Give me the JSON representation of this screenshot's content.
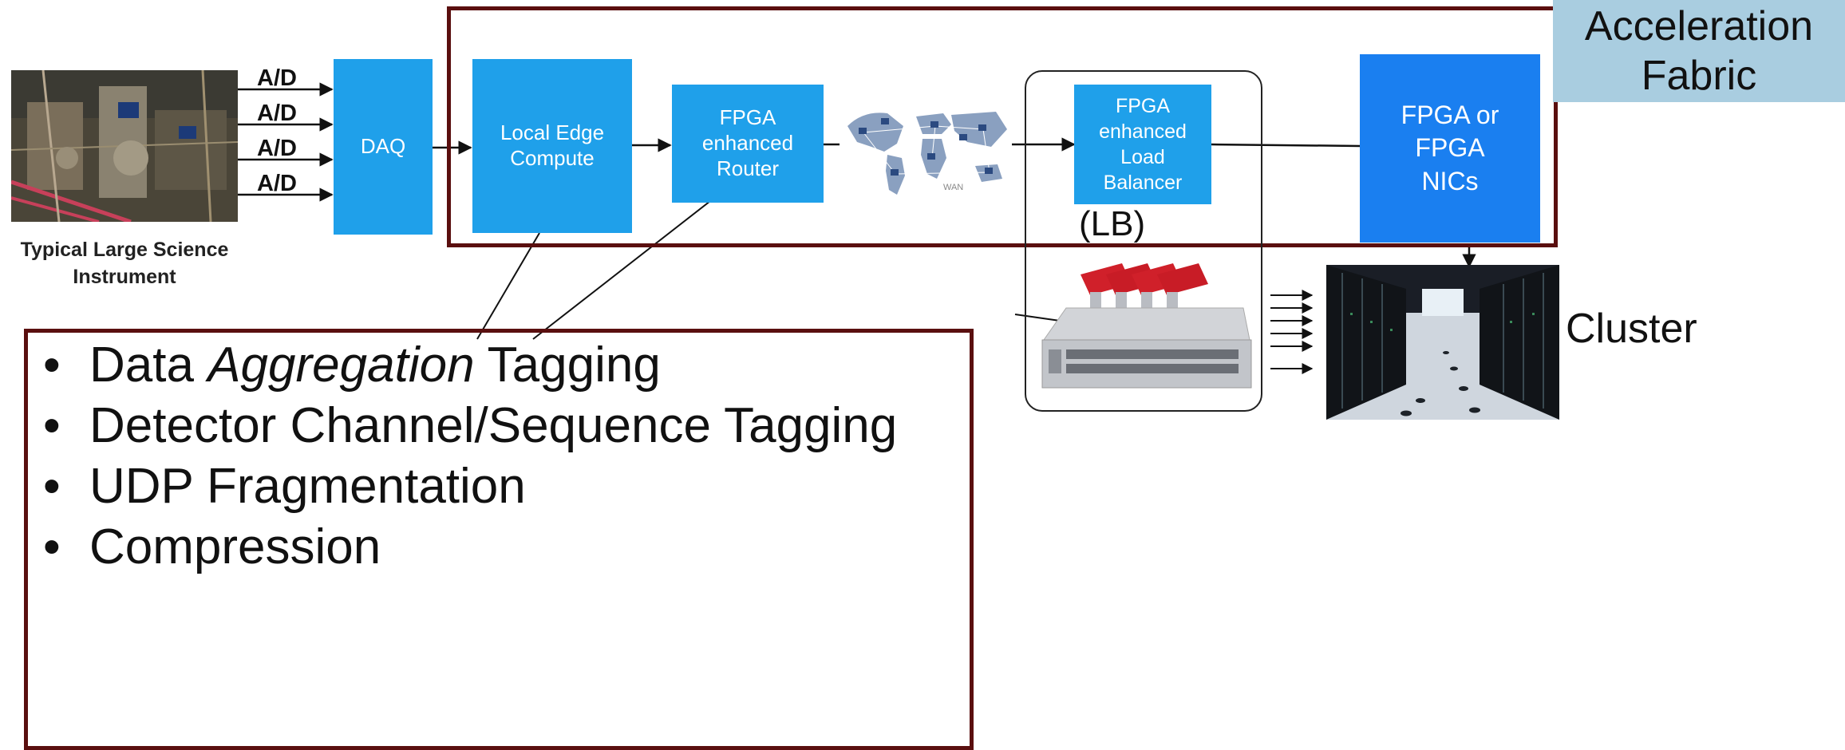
{
  "instrument": {
    "caption_line1": "Typical Large Science",
    "caption_line2": "Instrument"
  },
  "ad_labels": [
    "A/D",
    "A/D",
    "A/D",
    "A/D"
  ],
  "boxes": {
    "daq": "DAQ",
    "local_edge": [
      "Local Edge",
      "Compute"
    ],
    "router": [
      "FPGA",
      "enhanced",
      "Router"
    ],
    "load_balancer": [
      "FPGA",
      "enhanced",
      "Load",
      "Balancer"
    ],
    "nics": [
      "FPGA or",
      "FPGA",
      "NICs"
    ]
  },
  "acceleration_fabric": [
    "Acceleration",
    "Fabric"
  ],
  "wan_label": "WAN",
  "lb_label": "(LB)",
  "cluster_label": "Cluster",
  "bullets": {
    "item1": {
      "pre": "Data ",
      "italic": "Aggregation",
      "post": " Tagging"
    },
    "item2": "Detector Channel/Sequence Tagging",
    "item3": "UDP Fragmentation",
    "item4": "Compression"
  },
  "colors": {
    "box_blue": "#1fa0ea",
    "nics_blue": "#1a7ff0",
    "frame_maroon": "#5a0f0f",
    "fabric_label_bg": "#a9cde0"
  }
}
